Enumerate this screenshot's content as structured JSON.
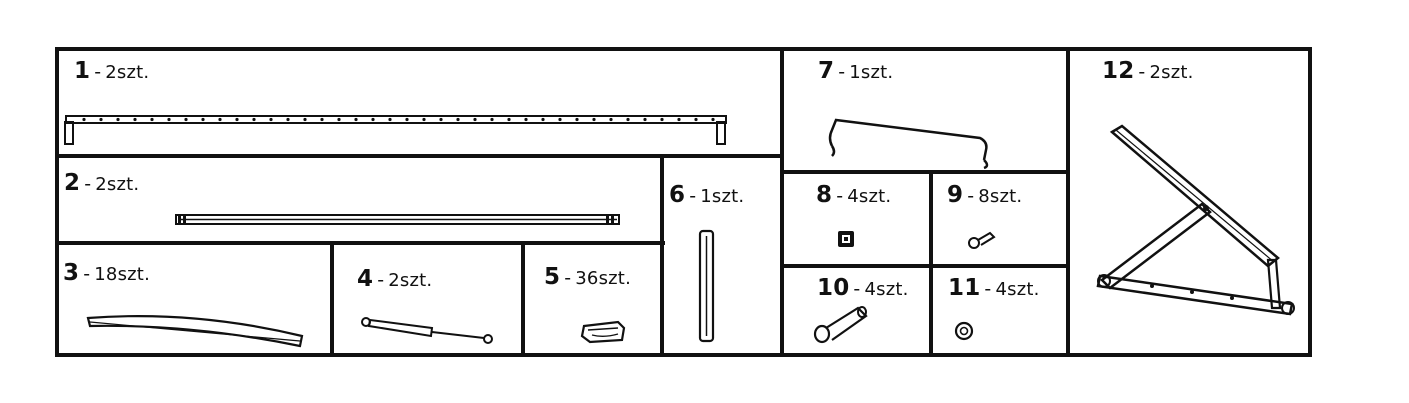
{
  "parts": [
    {
      "number": "1",
      "separator": "-",
      "qty": "2szt."
    },
    {
      "number": "2",
      "separator": "-",
      "qty": "2szt."
    },
    {
      "number": "3",
      "separator": "-",
      "qty": "18szt."
    },
    {
      "number": "4",
      "separator": "-",
      "qty": "2szt."
    },
    {
      "number": "5",
      "separator": "-",
      "qty": "36szt."
    },
    {
      "number": "6",
      "separator": "-",
      "qty": "1szt."
    },
    {
      "number": "7",
      "separator": "-",
      "qty": "1szt."
    },
    {
      "number": "8",
      "separator": "-",
      "qty": "4szt."
    },
    {
      "number": "9",
      "separator": "-",
      "qty": "8szt."
    },
    {
      "number": "10",
      "separator": "-",
      "qty": "4szt."
    },
    {
      "number": "11",
      "separator": "-",
      "qty": "4szt."
    },
    {
      "number": "12",
      "separator": "-",
      "qty": "2szt."
    }
  ],
  "icons": [
    "long-rail-icon",
    "rail-bar-icon",
    "slat-icon",
    "gas-spring-icon",
    "slat-holder-icon",
    "vertical-bar-icon",
    "wire-handle-icon",
    "square-nut-icon",
    "small-screw-icon",
    "bolt-icon",
    "cap-nut-icon",
    "lift-mechanism-icon"
  ]
}
